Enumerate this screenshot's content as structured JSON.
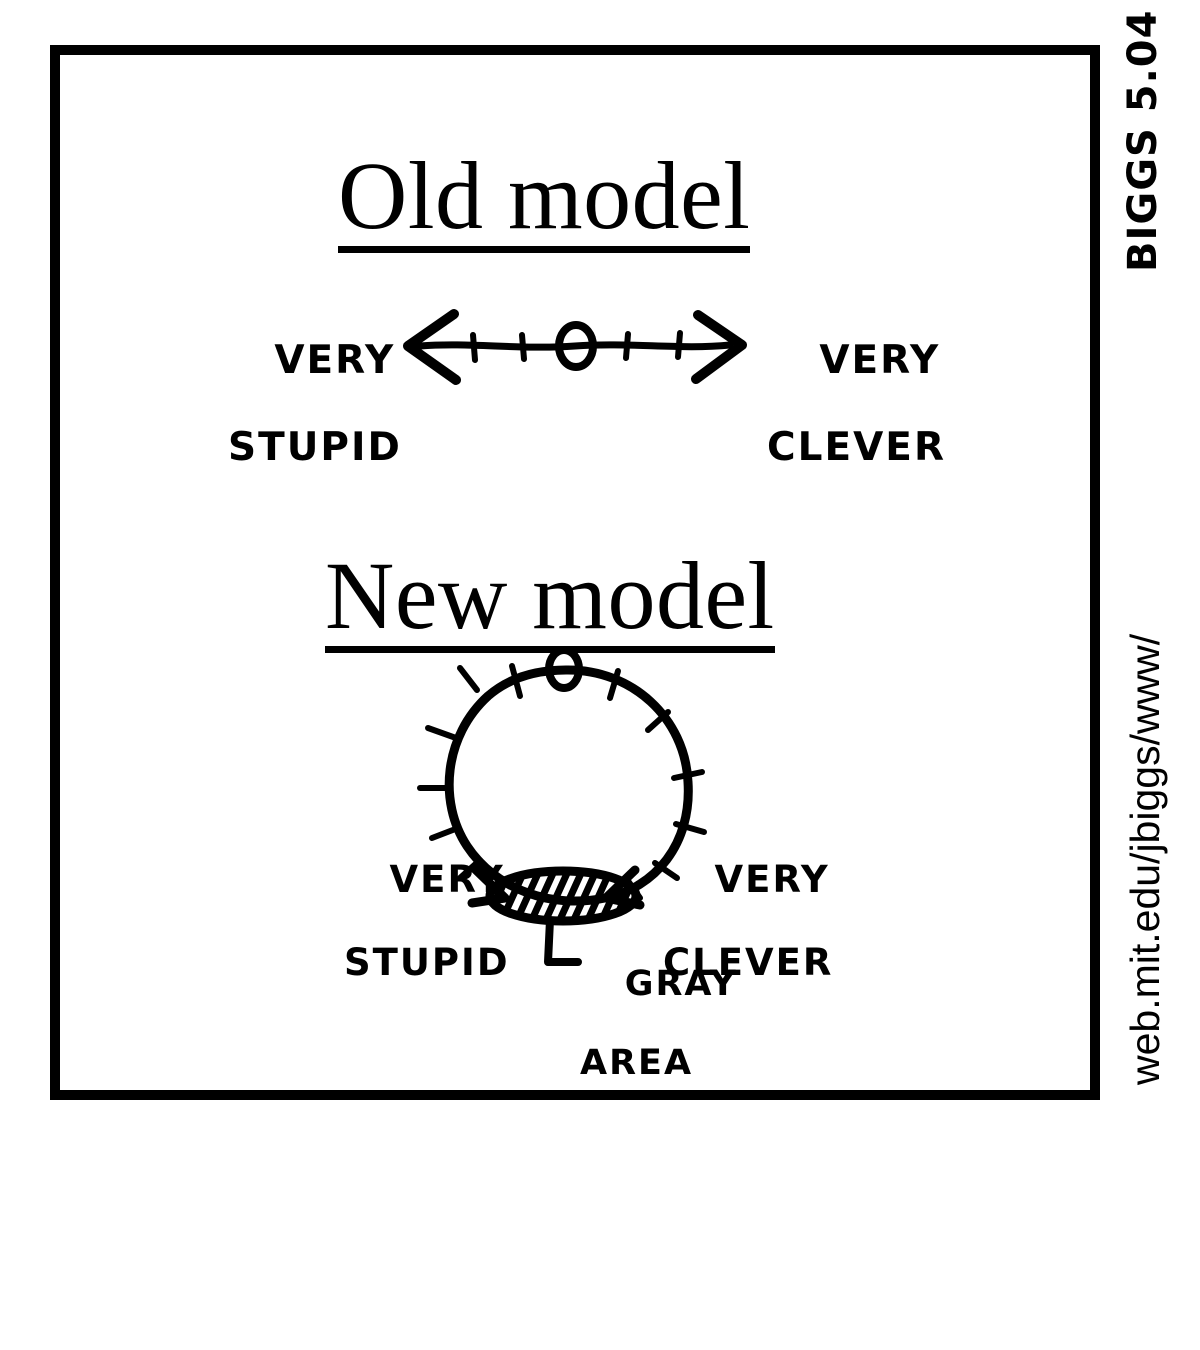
{
  "slide": {
    "frame_color": "#000000",
    "background_color": "#ffffff",
    "ink_color": "#000000"
  },
  "sections": {
    "old": {
      "heading": "Old model",
      "left_label_line1": "VERY",
      "left_label_line2": "STUPID",
      "right_label_line1": "VERY",
      "right_label_line2": "CLEVER",
      "diagram": "double-headed-arrow-linear-scale",
      "tick_count": 4,
      "marker": "small-circle-at-center"
    },
    "new": {
      "heading": "New model",
      "left_label_line1": "VERY",
      "left_label_line2": "STUPID",
      "right_label_line1": "VERY",
      "right_label_line2": "CLEVER",
      "callout_line1": "GRAY",
      "callout_line2": "AREA",
      "diagram": "closed-circular-scale-with-gray-area",
      "tick_count": 12,
      "marker": "small-circle-at-top"
    }
  },
  "margin": {
    "credit": "BIGGS 5.04",
    "url": "web.mit.edu/jbiggs/www/"
  }
}
